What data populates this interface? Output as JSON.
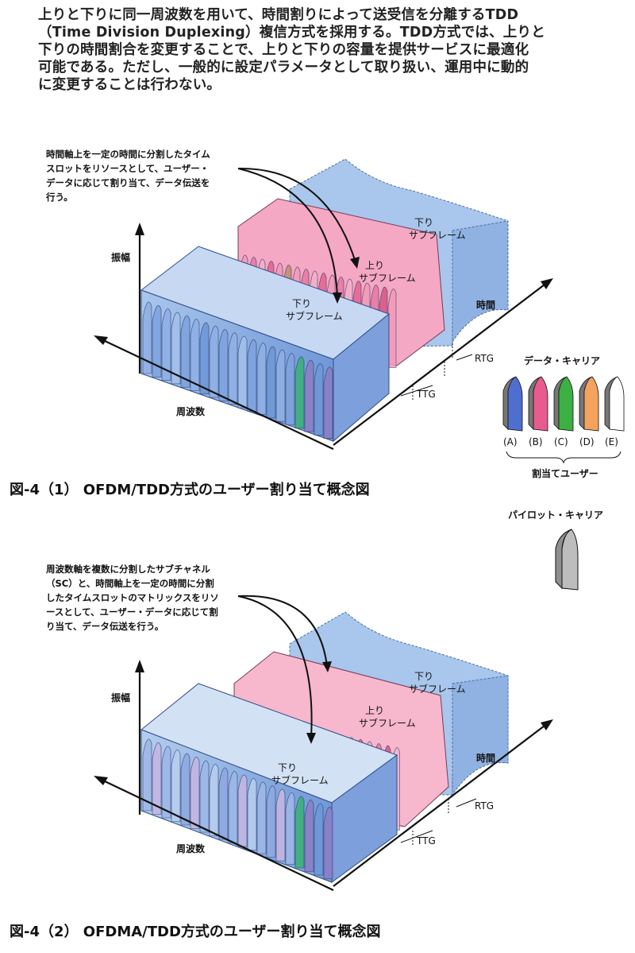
{
  "intro": {
    "lines": [
      "上りと下りに同一周波数を用いて、時間割りによって送受信を分離するTDD",
      "（Time Division Duplexing）複信方式を採用する。TDD方式では、上りと",
      "下りの時間割合を変更することで、上りと下りの容量を提供サービスに最適化",
      "可能である。ただし、一般的に設定パラメータとして取り扱い、運用中に動的",
      "に変更することは行わない。"
    ]
  },
  "figure1": {
    "note": [
      "時間軸上を一定の時間に分割したタイム",
      "スロットをリソースとして、ユーザー・",
      "データに応じて割り当て、データ伝送を",
      "行う。"
    ],
    "axis_amplitude": "振幅",
    "axis_time": "時間",
    "axis_frequency": "周波数",
    "downlink_back": [
      "下り",
      "サブフレーム"
    ],
    "uplink": [
      "上り",
      "サブフレーム"
    ],
    "downlink_front": [
      "下り",
      "サブフレーム"
    ],
    "rtg": "RTG",
    "ttg": "TTG",
    "caption": "図-4（1） OFDM/TDD方式のユーザー割り当て概念図"
  },
  "figure2": {
    "note": [
      "周波数軸を複数に分割したサブチャネル",
      "（SC）と、時間軸上を一定の時間に分割",
      "したタイムスロットのマトリックスをリソ",
      "ースとして、ユーザー・データに応じて割",
      "り当て、データ伝送を行う。"
    ],
    "axis_amplitude": "振幅",
    "axis_time": "時間",
    "axis_frequency": "周波数",
    "downlink_back": [
      "下り",
      "サブフレーム"
    ],
    "uplink": [
      "上り",
      "サブフレーム"
    ],
    "downlink_front": [
      "下り",
      "サブフレーム"
    ],
    "rtg": "RTG",
    "ttg": "TTG",
    "caption": "図-4（2） OFDMA/TDD方式のユーザー割り当て概念図"
  },
  "legend": {
    "title": "データ・キャリア",
    "items": [
      {
        "label": "(A)",
        "color": "#4f6fcf"
      },
      {
        "label": "(B)",
        "color": "#e85b8f"
      },
      {
        "label": "(C)",
        "color": "#3cb043"
      },
      {
        "label": "(D)",
        "color": "#f3a35e"
      },
      {
        "label": "(E)",
        "color": "#ffffff"
      }
    ],
    "group_label": "割当てユーザー",
    "pilot_title": "パイロット・キャリア",
    "pilot_color": "#bdbdbd"
  }
}
